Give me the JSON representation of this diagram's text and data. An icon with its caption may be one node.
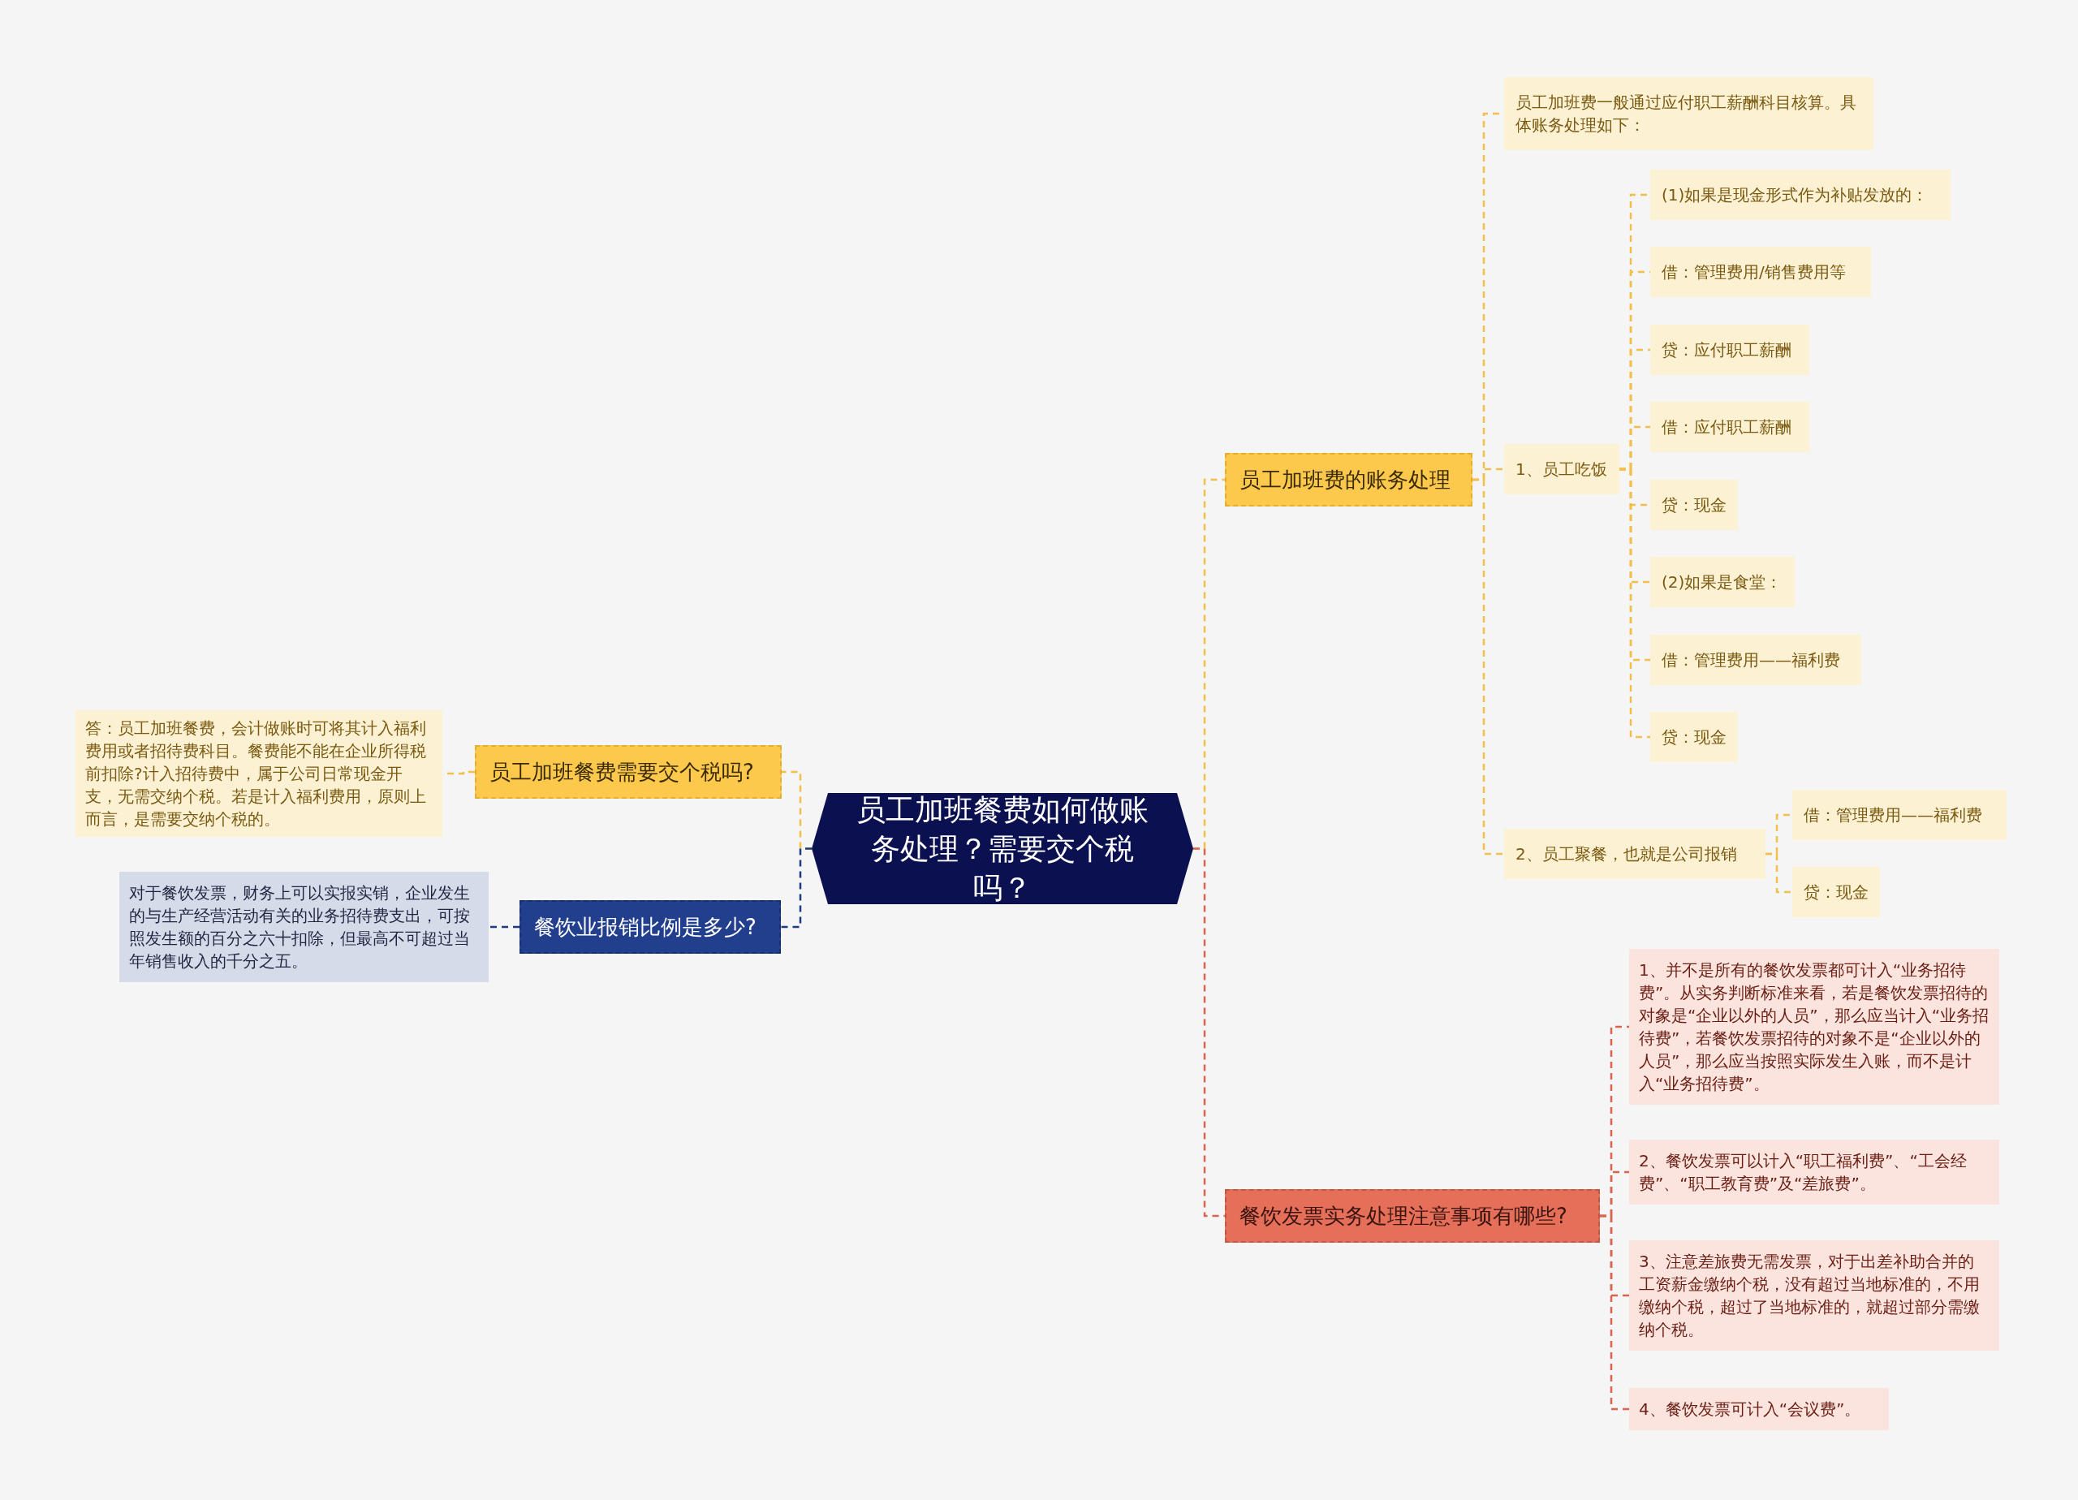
{
  "diagram": {
    "nodes": [
      {
        "text": [
          "员工加班餐费如何做账务处理？需要交个税吗？"
        ]
      },
      {
        "text": [
          "员工加班费的账务处理"
        ]
      },
      {
        "text": [
          "员工加班费一般通过应付职工薪酬科目核算。具体账务处理如下："
        ]
      },
      {
        "text": [
          "1、员工吃饭"
        ]
      },
      {
        "text": [
          "(1)如果是现金形式作为补贴发放的："
        ]
      },
      {
        "text": [
          "借：管理费用/销售费用等"
        ]
      },
      {
        "text": [
          "贷：应付职工薪酬"
        ]
      },
      {
        "text": [
          "借：应付职工薪酬"
        ]
      },
      {
        "text": [
          "贷：现金"
        ]
      },
      {
        "text": [
          "(2)如果是食堂："
        ]
      },
      {
        "text": [
          "借：管理费用——福利费"
        ]
      },
      {
        "text": [
          "贷：现金"
        ]
      },
      {
        "text": [
          "2、员工聚餐，也就是公司报销"
        ]
      },
      {
        "text": [
          "借：管理费用——福利费"
        ]
      },
      {
        "text": [
          "贷：现金"
        ]
      },
      {
        "text": [
          "餐饮发票实务处理注意事项有哪些?"
        ]
      },
      {
        "text": [
          "1、并不是所有的餐饮发票都可计入“业务招待费”。从实务判断标准来看，若是餐饮发票招待的对象是“企业以外的人员”，那么应当计入“业务招待费”，若餐饮发票招待的对象不是“企业以外的人员”，那么应当按照实际发生入账，而不是计入“业务招待费”。"
        ]
      },
      {
        "text": [
          "2、餐饮发票可以计入“职工福利费”、“工会经费”、“职工教育费”及“差旅费”。"
        ]
      },
      {
        "text": [
          "3、注意差旅费无需发票，对于出差补助合并的工资薪金缴纳个税，没有超过当地标准的，不用缴纳个税，超过了当地标准的，就超过部分需缴纳个税。"
        ]
      },
      {
        "text": [
          "4、餐饮发票可计入“会议费”。"
        ]
      },
      {
        "text": [
          "员工加班餐费需要交个税吗?"
        ]
      },
      {
        "text": [
          "答：员工加班餐费，会计做账时可将其计入福利费用或者招待费科目。餐费能不能在企业所得税前扣除?计入招待费中，属于公司日常现金开支，无需交纳个税。若是计入福利费用，原则上而言，是需要交纳个税的。"
        ]
      },
      {
        "text": [
          "餐饮业报销比例是多少?"
        ]
      },
      {
        "text": [
          "对于餐饮发票，财务上可以实报实销，企业发生的与生产经营活动有关的业务招待费支出，可按照发生额的百分之六十扣除，但最高不可超过当年销售收入的千分之五。"
        ]
      }
    ],
    "edges": [
      {
        "from": 0,
        "to": 1,
        "arrow": "none",
        "style": "dashed"
      },
      {
        "from": 1,
        "to": 2,
        "arrow": "none",
        "style": "dashed"
      },
      {
        "from": 1,
        "to": 3,
        "arrow": "none",
        "style": "dashed"
      },
      {
        "from": 3,
        "to": 4,
        "arrow": "none",
        "style": "dashed"
      },
      {
        "from": 3,
        "to": 5,
        "arrow": "none",
        "style": "dashed"
      },
      {
        "from": 3,
        "to": 6,
        "arrow": "none",
        "style": "dashed"
      },
      {
        "from": 3,
        "to": 7,
        "arrow": "none",
        "style": "dashed"
      },
      {
        "from": 3,
        "to": 8,
        "arrow": "none",
        "style": "dashed"
      },
      {
        "from": 3,
        "to": 9,
        "arrow": "none",
        "style": "dashed"
      },
      {
        "from": 3,
        "to": 10,
        "arrow": "none",
        "style": "dashed"
      },
      {
        "from": 3,
        "to": 11,
        "arrow": "none",
        "style": "dashed"
      },
      {
        "from": 1,
        "to": 12,
        "arrow": "none",
        "style": "dashed"
      },
      {
        "from": 12,
        "to": 13,
        "arrow": "none",
        "style": "dashed"
      },
      {
        "from": 12,
        "to": 14,
        "arrow": "none",
        "style": "dashed"
      },
      {
        "from": 0,
        "to": 15,
        "arrow": "none",
        "style": "dashed",
        "color": "#d9644f"
      },
      {
        "from": 15,
        "to": 16,
        "arrow": "none",
        "style": "dashed",
        "color": "#d9644f"
      },
      {
        "from": 15,
        "to": 17,
        "arrow": "none",
        "style": "dashed",
        "color": "#d9644f"
      },
      {
        "from": 15,
        "to": 18,
        "arrow": "none",
        "style": "dashed",
        "color": "#d9644f"
      },
      {
        "from": 15,
        "to": 19,
        "arrow": "none",
        "style": "dashed",
        "color": "#d9644f"
      },
      {
        "from": 0,
        "to": 20,
        "arrow": "none",
        "style": "dashed"
      },
      {
        "from": 20,
        "to": 21,
        "arrow": "none",
        "style": "dashed"
      },
      {
        "from": 0,
        "to": 22,
        "arrow": "none",
        "style": "dashed",
        "color": "#1f3b7f"
      },
      {
        "from": 22,
        "to": 23,
        "arrow": "none",
        "style": "dashed",
        "color": "#1f3b7f"
      }
    ]
  }
}
